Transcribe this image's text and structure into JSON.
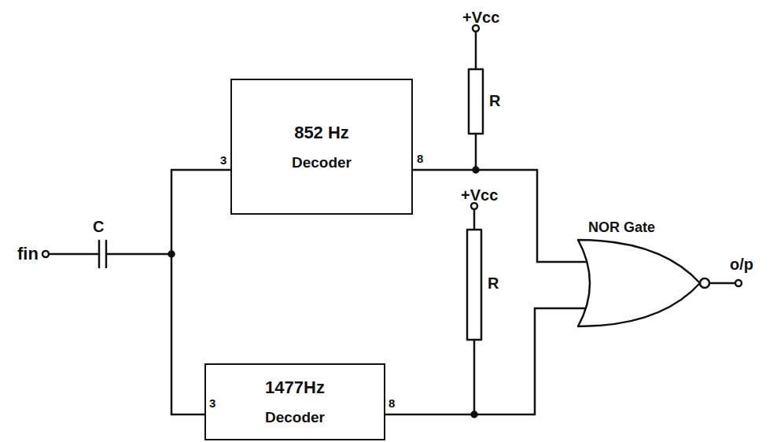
{
  "diagram": {
    "nodes": [
      {
        "text": [
          "852 Hz",
          "Decoder"
        ]
      },
      {
        "text": [
          "1477Hz",
          "Decoder"
        ]
      }
    ],
    "labels": [
      "+Vcc",
      "R",
      "+Vcc",
      "R",
      "NOR Gate",
      "fin",
      "C",
      "o/p",
      "3",
      "8",
      "3",
      "8"
    ]
  }
}
